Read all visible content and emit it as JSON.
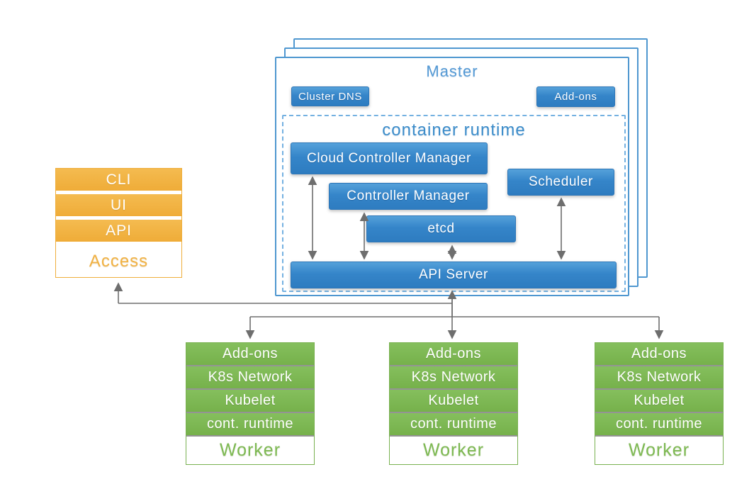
{
  "access": {
    "items": [
      "CLI",
      "UI",
      "API"
    ],
    "label": "Access"
  },
  "master": {
    "title": "Master",
    "cluster_dns": "Cluster DNS",
    "addons": "Add-ons",
    "runtime_title": "container runtime",
    "cloud_controller_manager": "Cloud Controller Manager",
    "controller_manager": "Controller Manager",
    "scheduler": "Scheduler",
    "etcd": "etcd",
    "api_server": "API Server"
  },
  "workers": [
    {
      "rows": [
        "Add-ons",
        "K8s Network",
        "Kubelet",
        "cont. runtime"
      ],
      "label": "Worker"
    },
    {
      "rows": [
        "Add-ons",
        "K8s Network",
        "Kubelet",
        "cont. runtime"
      ],
      "label": "Worker"
    },
    {
      "rows": [
        "Add-ons",
        "K8s Network",
        "Kubelet",
        "cont. runtime"
      ],
      "label": "Worker"
    }
  ],
  "colors": {
    "component_blue": "#3585c9",
    "master_outline_blue": "#4f97d0",
    "runtime_dashed_blue": "#74b1e1",
    "title_blue": "#3d8dca",
    "access_orange": "#f1b03f",
    "worker_green": "#7cb953",
    "arrow_gray": "#6e6e6e"
  }
}
